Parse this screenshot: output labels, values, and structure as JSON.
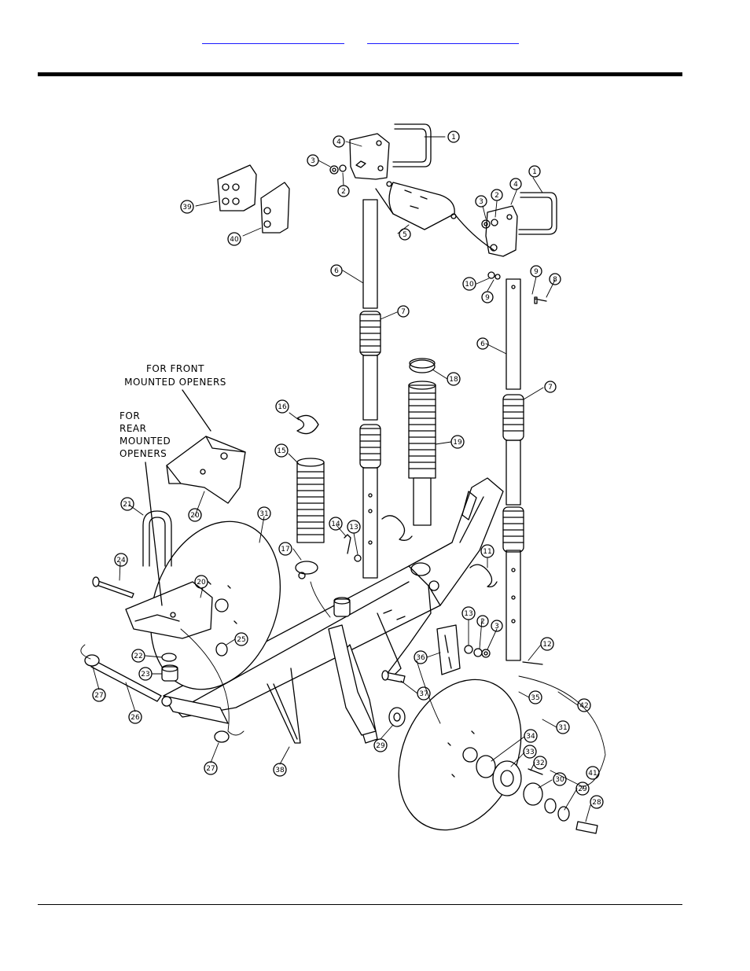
{
  "notes": {
    "front": [
      "FOR FRONT",
      "MOUNTED OPENERS"
    ],
    "rear": [
      "FOR",
      "REAR",
      "MOUNTED",
      "OPENERS"
    ]
  },
  "callouts": {
    "c1a": "1",
    "c1b": "1",
    "c2a": "2",
    "c2b": "2",
    "c2c": "2",
    "c3a": "3",
    "c3b": "3",
    "c3c": "3",
    "c4a": "4",
    "c4b": "4",
    "c5": "5",
    "c6a": "6",
    "c6b": "6",
    "c7a": "7",
    "c7b": "7",
    "c8": "8",
    "c9a": "9",
    "c9b": "9",
    "c10": "10",
    "c11": "11",
    "c12": "12",
    "c13a": "13",
    "c13b": "13",
    "c14": "14",
    "c15": "15",
    "c16": "16",
    "c17": "17",
    "c18": "18",
    "c19": "19",
    "c20a": "20",
    "c20b": "20",
    "c21": "21",
    "c22": "22",
    "c23": "23",
    "c24": "24",
    "c25": "25",
    "c26": "26",
    "c27a": "27",
    "c27b": "27",
    "c28": "28",
    "c29a": "29",
    "c29b": "29",
    "c30": "30",
    "c31a": "31",
    "c31b": "31",
    "c32": "32",
    "c33": "33",
    "c34": "34",
    "c35": "35",
    "c36": "36",
    "c37": "37",
    "c38": "38",
    "c39": "39",
    "c40": "40",
    "c41": "41",
    "c42": "42"
  }
}
